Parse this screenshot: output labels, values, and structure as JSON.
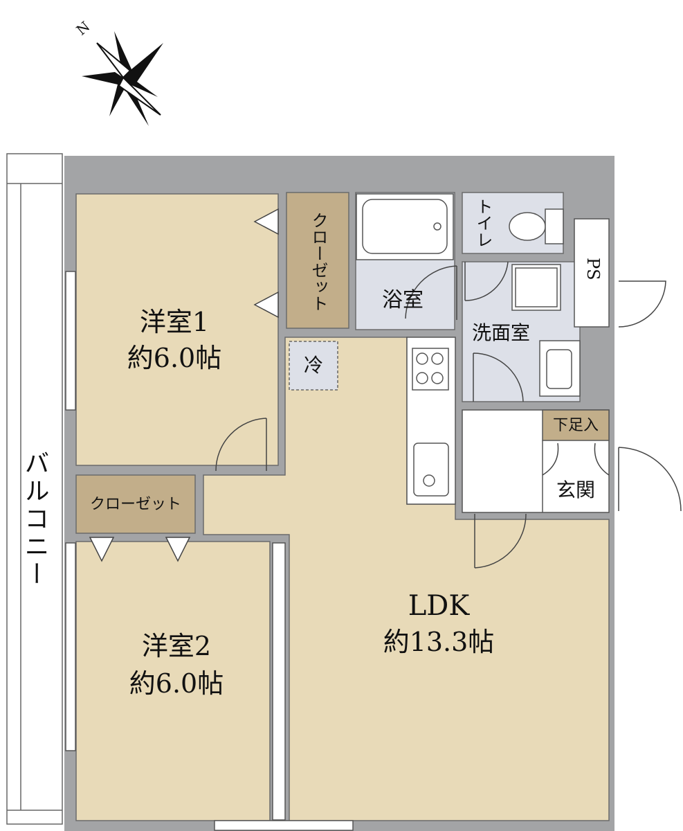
{
  "compass": {
    "north_label": "N",
    "icon": "compass-rose-icon"
  },
  "rooms": {
    "western_room_1": {
      "name": "洋室1",
      "size": "約6.0帖"
    },
    "western_room_2": {
      "name": "洋室2",
      "size": "約6.0帖"
    },
    "ldk": {
      "name": "LDK",
      "size": "約13.3帖"
    },
    "bathroom": {
      "name": "浴室"
    },
    "toilet": {
      "name": "トイレ"
    },
    "washroom": {
      "name": "洗面室"
    },
    "entrance": {
      "name": "玄関"
    },
    "shoe_storage": {
      "name": "下足入"
    },
    "closet_room1": {
      "name": "クローゼット"
    },
    "closet_room2": {
      "name": "クローゼット"
    },
    "refrigerator": {
      "name": "冷"
    },
    "pipe_space": {
      "name": "PS"
    },
    "balcony": {
      "name": "バルコニー"
    }
  },
  "colors": {
    "room_fill": "#e8dab8",
    "closet_fill": "#c2ae8a",
    "wet_area_fill": "#dde0e8",
    "wall": "#a3a4a6"
  }
}
